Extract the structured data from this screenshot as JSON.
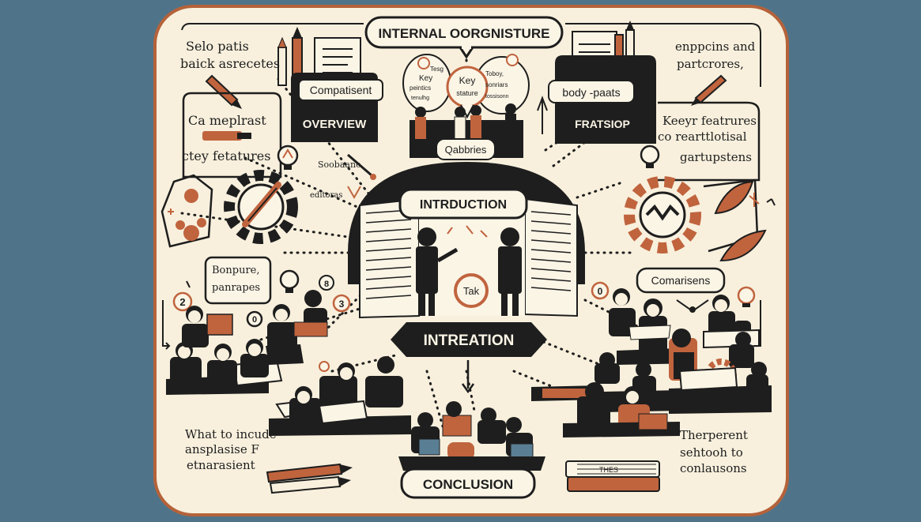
{
  "title": "INTERNAL OORGNISTURE",
  "center": {
    "introduction": "INTRDUCTION",
    "interaction": "INTREATION",
    "talk": "Tak",
    "conclusion": "CONCLUSION"
  },
  "top_left": {
    "note": [
      "Selo patis",
      "baick asrecetes"
    ],
    "badge": "Compatisent",
    "heading": "OVERVIEW",
    "sub_note": [
      "Ca meplrast"
    ],
    "features": "ctey fetatures"
  },
  "top_center": {
    "bubble_left": [
      "Tesg",
      "Key",
      "peintics",
      "tenulhg"
    ],
    "bubble_key": [
      "Key",
      "stature"
    ],
    "bubble_right": [
      "Toboy,",
      "sonriars",
      "tossisonn"
    ],
    "label": "Qabbries"
  },
  "top_right": {
    "note": [
      "enppcins and",
      "partcrores,"
    ],
    "badge": "body -paats",
    "heading": "FRATSIOP",
    "features": [
      "Keeyr featrures",
      "co rearttlotisal",
      "gartupstens"
    ]
  },
  "side_left": {
    "small_a": "Soobaano",
    "small_b": "editoras",
    "bubble": [
      "Bonpure,",
      "panrapes"
    ]
  },
  "side_right": {
    "bubble": "Comarisens"
  },
  "bottom_left": [
    "What to incude",
    "ansplasise F",
    "etnarasient"
  ],
  "bottom_right": [
    "Therperent",
    "sehtooh to",
    "conlausons"
  ],
  "book_label": "THES",
  "markers": [
    "2",
    "8",
    "3",
    "0",
    "0"
  ],
  "colors": {
    "background": "#4f7489",
    "panel": "#f8f0dd",
    "accent": "#c0643e",
    "ink": "#1e1e1e"
  }
}
